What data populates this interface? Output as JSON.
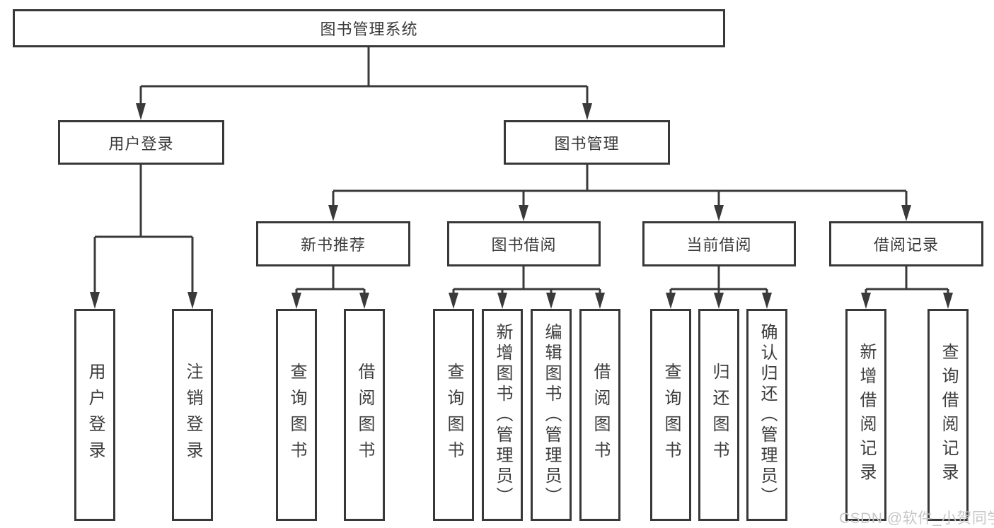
{
  "diagram": {
    "root": {
      "label": "图书管理系统"
    },
    "level2": [
      {
        "label": "用户登录",
        "children": [
          {
            "label": "用户登录"
          },
          {
            "label": "注销登录"
          }
        ]
      },
      {
        "label": "图书管理",
        "children": [
          {
            "label": "新书推荐",
            "children": [
              {
                "label": "查询图书"
              },
              {
                "label": "借阅图书"
              }
            ]
          },
          {
            "label": "图书借阅",
            "children": [
              {
                "label": "查询图书"
              },
              {
                "label": "新增图书（管理员）"
              },
              {
                "label": "编辑图书（管理员）"
              },
              {
                "label": "借阅图书"
              }
            ]
          },
          {
            "label": "当前借阅",
            "children": [
              {
                "label": "查询图书"
              },
              {
                "label": "归还图书"
              },
              {
                "label": "确认归还（管理员）"
              }
            ]
          },
          {
            "label": "借阅记录",
            "children": [
              {
                "label": "新增借阅记录"
              },
              {
                "label": "查询借阅记录"
              }
            ]
          }
        ]
      }
    ]
  },
  "watermark": {
    "text": "CSDN @软件_小贺同学"
  },
  "colors": {
    "line": "#3a3a3a",
    "border": "#383838",
    "text": "#3d3d3d",
    "watermark": "#c7c7c7",
    "background": "#ffffff"
  }
}
